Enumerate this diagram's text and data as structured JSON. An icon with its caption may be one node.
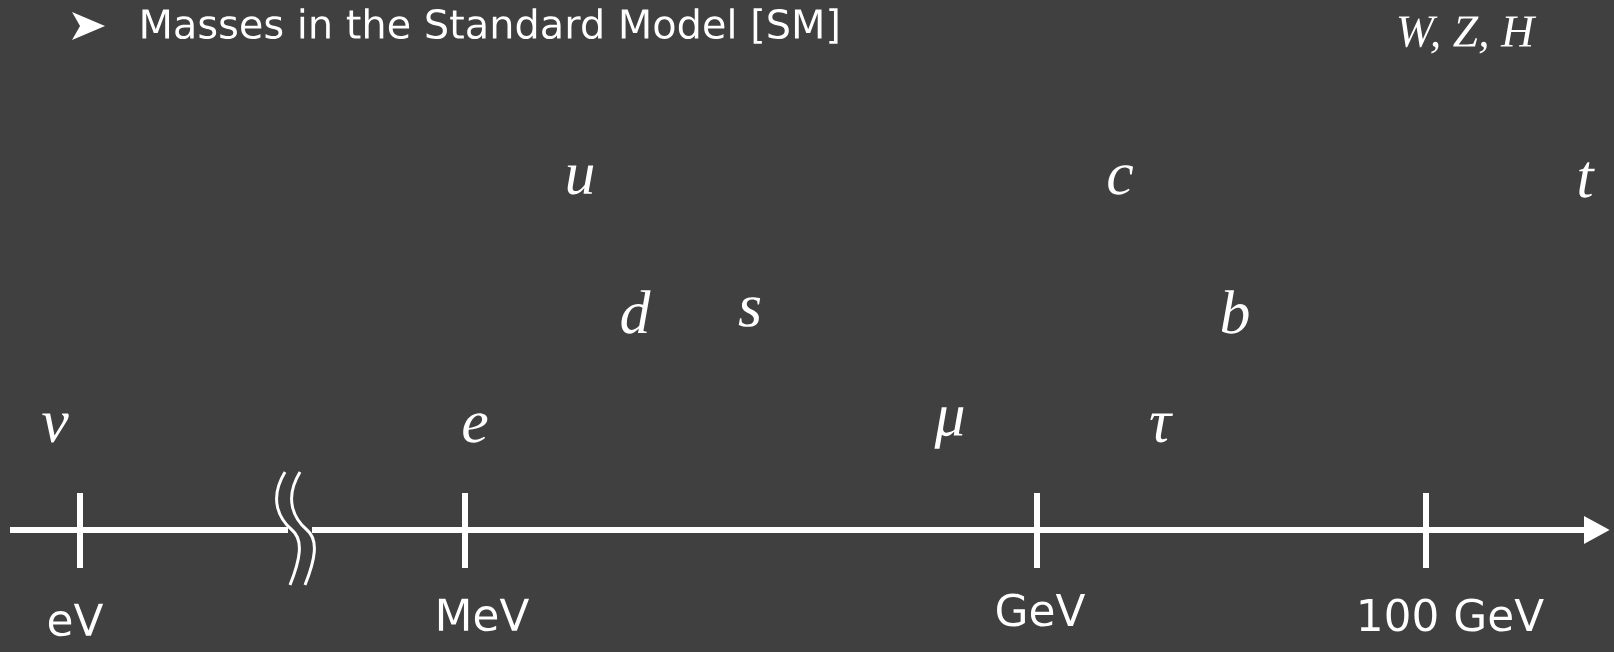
{
  "diagram": {
    "title": "Masses in the Standard Model [SM]",
    "labels": [
      "W, Z, H",
      "u",
      "c",
      "t",
      "d",
      "s",
      "b",
      "ν",
      "e",
      "μ",
      "τ",
      "eV",
      "MeV",
      "GeV",
      "100 GeV"
    ]
  }
}
